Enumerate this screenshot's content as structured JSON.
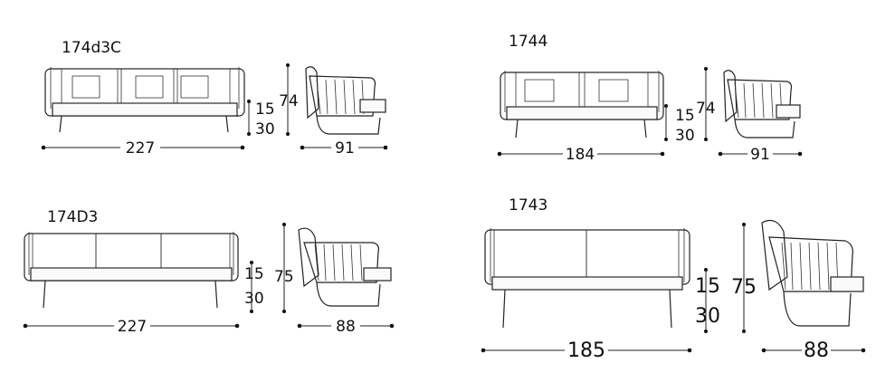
{
  "products": [
    {
      "model": "174d3C",
      "width": "227",
      "height": "74",
      "seat_height": "15",
      "seat_depth_offset": "30",
      "depth": "91"
    },
    {
      "model": "1744",
      "width": "184",
      "height": "74",
      "seat_height": "15",
      "seat_depth_offset": "30",
      "depth": "91"
    },
    {
      "model": "174D3",
      "width": "227",
      "height": "75",
      "seat_height": "15",
      "seat_depth_offset": "30",
      "depth": "88"
    },
    {
      "model": "1743",
      "width": "185",
      "height": "75",
      "seat_height": "15",
      "seat_depth_offset": "30",
      "depth": "88"
    }
  ],
  "colors": {
    "line": "#222222",
    "background": "#ffffff"
  }
}
